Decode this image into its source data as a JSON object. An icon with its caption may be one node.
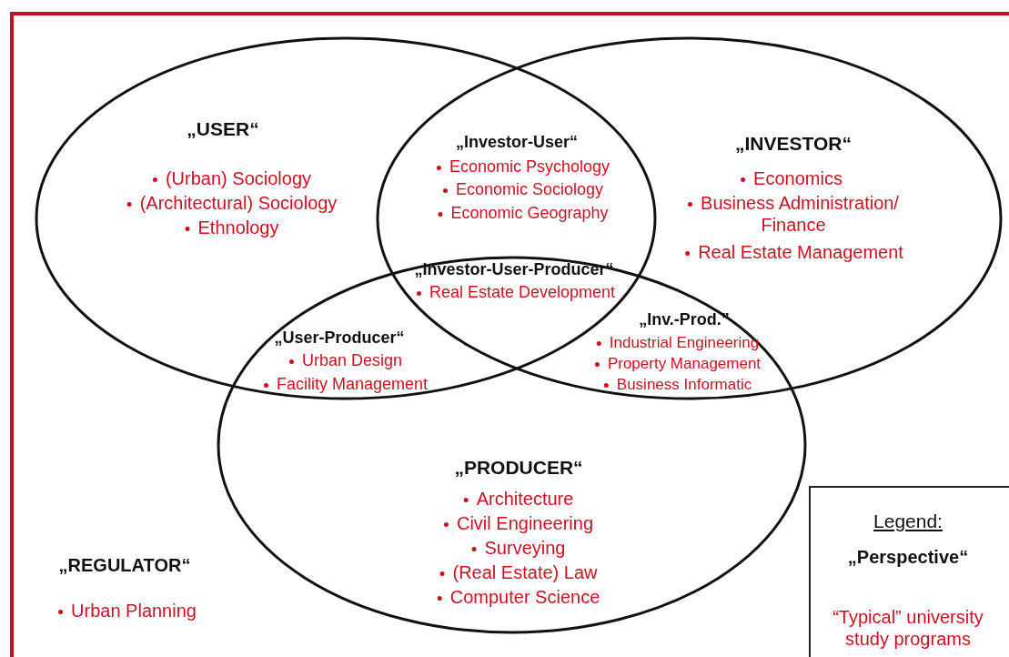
{
  "diagram": {
    "nodes": [
      {
        "text": [
          "„USER“",
          "(Urban) Sociology",
          "(Architectural) Sociology",
          "Ethnology"
        ]
      },
      {
        "text": [
          "„INVESTOR“",
          "Economics",
          "Business Administration/ Finance",
          "Real Estate Management"
        ]
      },
      {
        "text": [
          "„PRODUCER“",
          "Architecture",
          "Civil Engineering",
          "Surveying",
          "(Real Estate) Law",
          "Computer Science"
        ]
      },
      {
        "text": [
          "Legend:",
          "„Perspective“",
          "“Typical” university study programs"
        ]
      }
    ],
    "labels": [
      "„Investor-User“",
      "Economic Psychology",
      "Economic Sociology",
      "Economic Geography",
      "„Investor-User-Producer“",
      "Real Estate Development",
      "„User-Producer“",
      "Urban Design",
      "Facility Management",
      "„Inv.-Prod.”",
      "Industrial Engineering",
      "Property Management",
      "Business Informatic",
      "„REGULATOR“",
      "Urban Planning"
    ]
  }
}
